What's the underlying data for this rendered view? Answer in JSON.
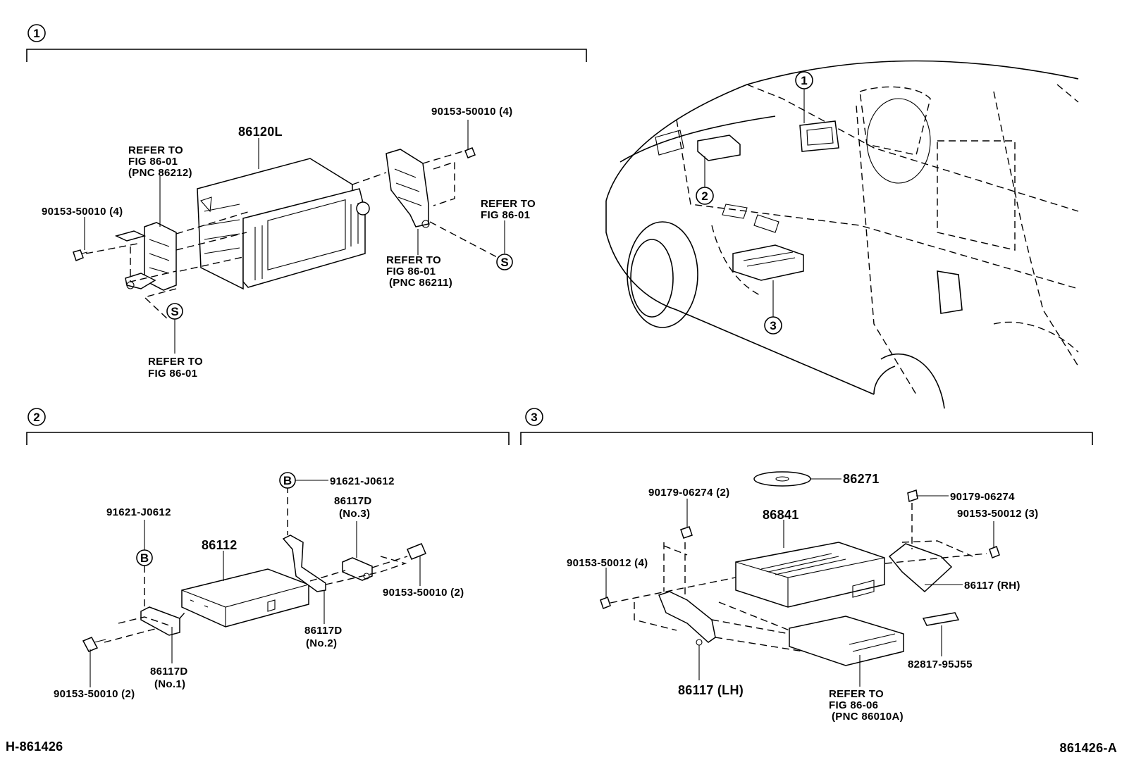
{
  "sections": {
    "s1": {
      "callout": "1"
    },
    "s2": {
      "callout": "2"
    },
    "s3": {
      "callout": "3"
    }
  },
  "section1": {
    "p86120L": "86120L",
    "refer_left": [
      "REFER TO",
      "FIG 86-01",
      "(PNC 86212)"
    ],
    "bolt_left": "90153-50010 (4)",
    "bolt_right": "90153-50010 (4)",
    "refer_right_top": [
      "REFER TO",
      "FIG 86-01"
    ],
    "refer_mid": [
      "REFER TO",
      "FIG 86-01",
      "(PNC 86211)"
    ],
    "refer_bottom": [
      "REFER TO",
      "FIG 86-01"
    ],
    "s_mark": "S"
  },
  "vehicle": {
    "callouts": [
      "1",
      "2",
      "3"
    ]
  },
  "section2": {
    "b_mark": "B",
    "screw_top": "91621-J0612",
    "screw_left": "91621-J0612",
    "p86112": "86112",
    "bracket3": [
      "86117D",
      "(No.3)"
    ],
    "bracket2": [
      "86117D",
      "(No.2)"
    ],
    "bracket1": [
      "86117D",
      "(No.1)"
    ],
    "bolt_right": "90153-50010 (2)",
    "bolt_left": "90153-50010 (2)"
  },
  "section3": {
    "p86271": "86271",
    "nut_left": "90179-06274 (2)",
    "p86841": "86841",
    "nut_right": "90179-06274",
    "bolt_right": "90153-50012 (3)",
    "bolt_left": "90153-50012 (4)",
    "bracket_rh": "86117 (RH)",
    "bracket_lh": "86117 (LH)",
    "label_plate": "82817-95J55",
    "refer": [
      "REFER TO",
      "FIG 86-06",
      "(PNC 86010A)"
    ]
  },
  "footer": {
    "left_code": "H-861426",
    "right_code": "861426-A"
  }
}
